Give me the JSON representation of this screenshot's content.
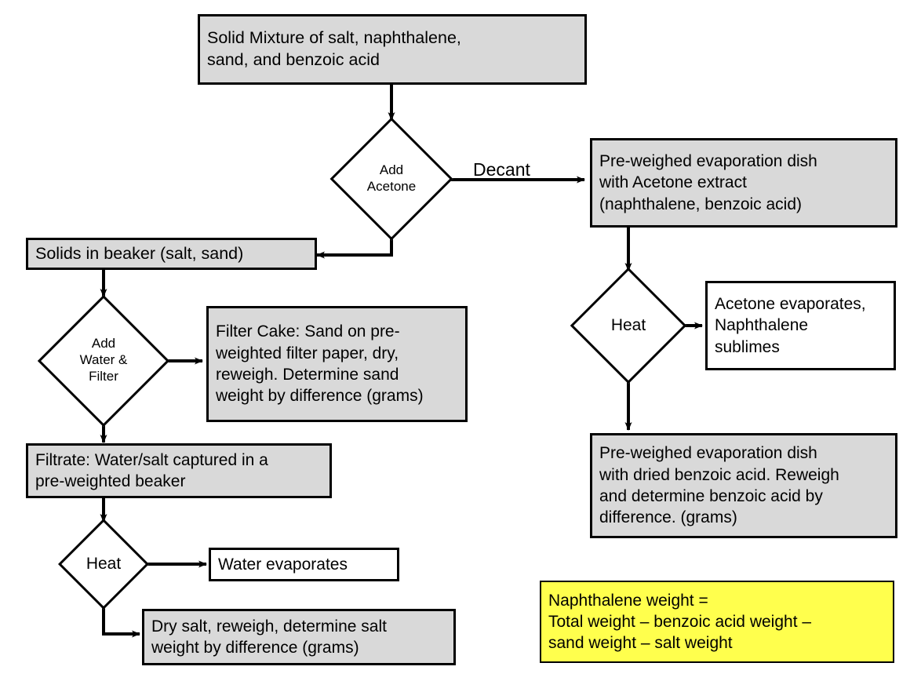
{
  "diagram": {
    "title": "Separation of a solid mixture flowchart",
    "colors": {
      "fill_gray": "#d9d9d9",
      "fill_white": "#ffffff",
      "fill_yellow": "#ffff4d",
      "stroke": "#000000"
    }
  },
  "nodes": {
    "start_mixture": "Solid Mixture of salt, naphthalene,\nsand, and benzoic acid",
    "add_acetone": "Add\nAcetone",
    "acetone_extract_dish": "Pre-weighed  evaporation dish\nwith Acetone extract\n(naphthalene,  benzoic acid)",
    "solids_in_beaker": "Solids in beaker (salt, sand)",
    "add_water_filter": "Add\nWater &\nFilter",
    "filter_cake": "Filter Cake: Sand on pre-\nweighted filter paper, dry,\nreweigh. Determine sand\nweight by difference  (grams)",
    "heat_right": "Heat",
    "acetone_evaporates": "Acetone evaporates,\nNaphthalene\nsublimes",
    "benzoic_acid_dish": "Pre-weighed  evaporation dish\nwith dried benzoic acid. Reweigh\nand determine  benzoic acid by\ndifference.  (grams)",
    "filtrate": "Filtrate: Water/salt captured in a\npre-weighted  beaker",
    "heat_left": "Heat",
    "water_evaporates": "Water evaporates",
    "dry_salt": "Dry salt, reweigh, determine salt\nweight by difference  (grams)",
    "naphthalene_formula": "Naphthalene weight =\nTotal weight – benzoic acid weight –\nsand weight – salt weight"
  },
  "edges": {
    "decant_label": "Decant"
  }
}
